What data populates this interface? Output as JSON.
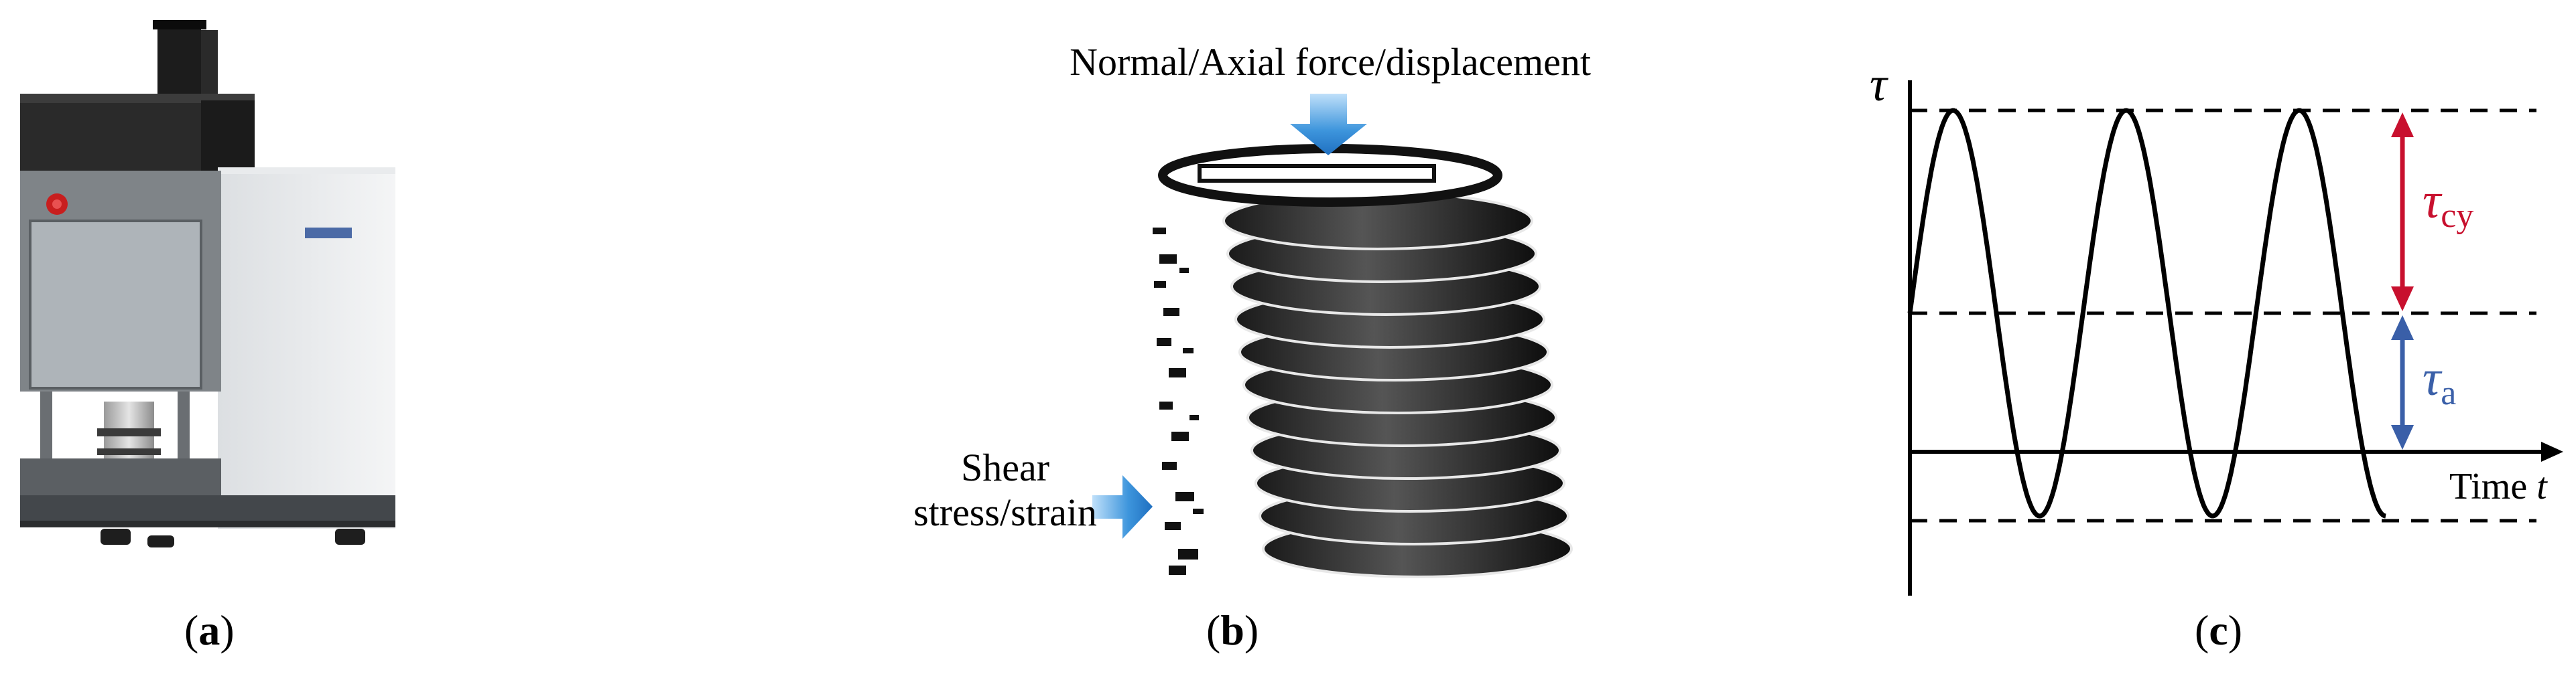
{
  "panels": {
    "a": {
      "caption_letter": "a"
    },
    "b": {
      "caption_letter": "b",
      "top_label": "Normal/Axial force/displacement",
      "side_label_line1": "Shear",
      "side_label_line2": "stress/strain"
    },
    "c": {
      "caption_letter": "c",
      "y_axis_symbol": "τ",
      "x_axis_label": "Time",
      "x_axis_symbol": "t",
      "cyclic_label_base": "τ",
      "cyclic_label_sub": "cy",
      "average_label_base": "τ",
      "average_label_sub": "a"
    }
  },
  "colors": {
    "cyclic_arrow": "#c8102e",
    "average_arrow": "#3a5fa8",
    "force_arrow": "#1f7fd1"
  }
}
